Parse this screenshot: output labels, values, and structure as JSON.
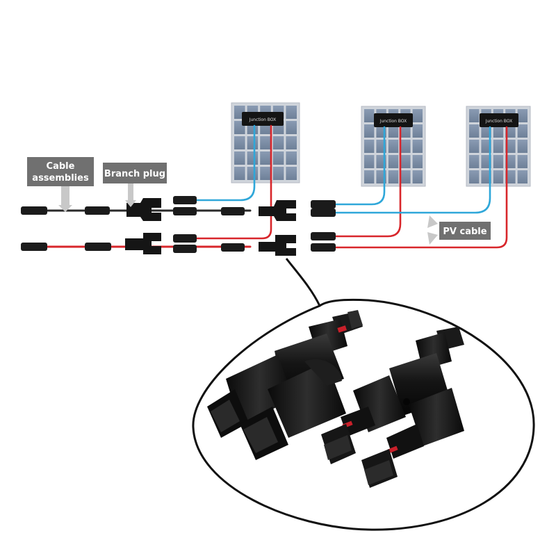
{
  "labels": {
    "cable_assemblies_line1": "Cable",
    "cable_assemblies_line2": "assemblies",
    "branch_plug": "Branch plug",
    "pv_cable": "PV cable"
  },
  "panels": [
    {
      "junction_box": "Junction BOX"
    },
    {
      "junction_box": "Junction BOX"
    },
    {
      "junction_box": "Junction BOX"
    }
  ],
  "colors": {
    "positive_wire": "#d8262b",
    "negative_wire": "#2fa7d9",
    "panel_cell": "#7b8fa8",
    "panel_frame": "#c9ced6",
    "label_bg": "#6f6f6f",
    "connector": "#1b1b1b"
  }
}
